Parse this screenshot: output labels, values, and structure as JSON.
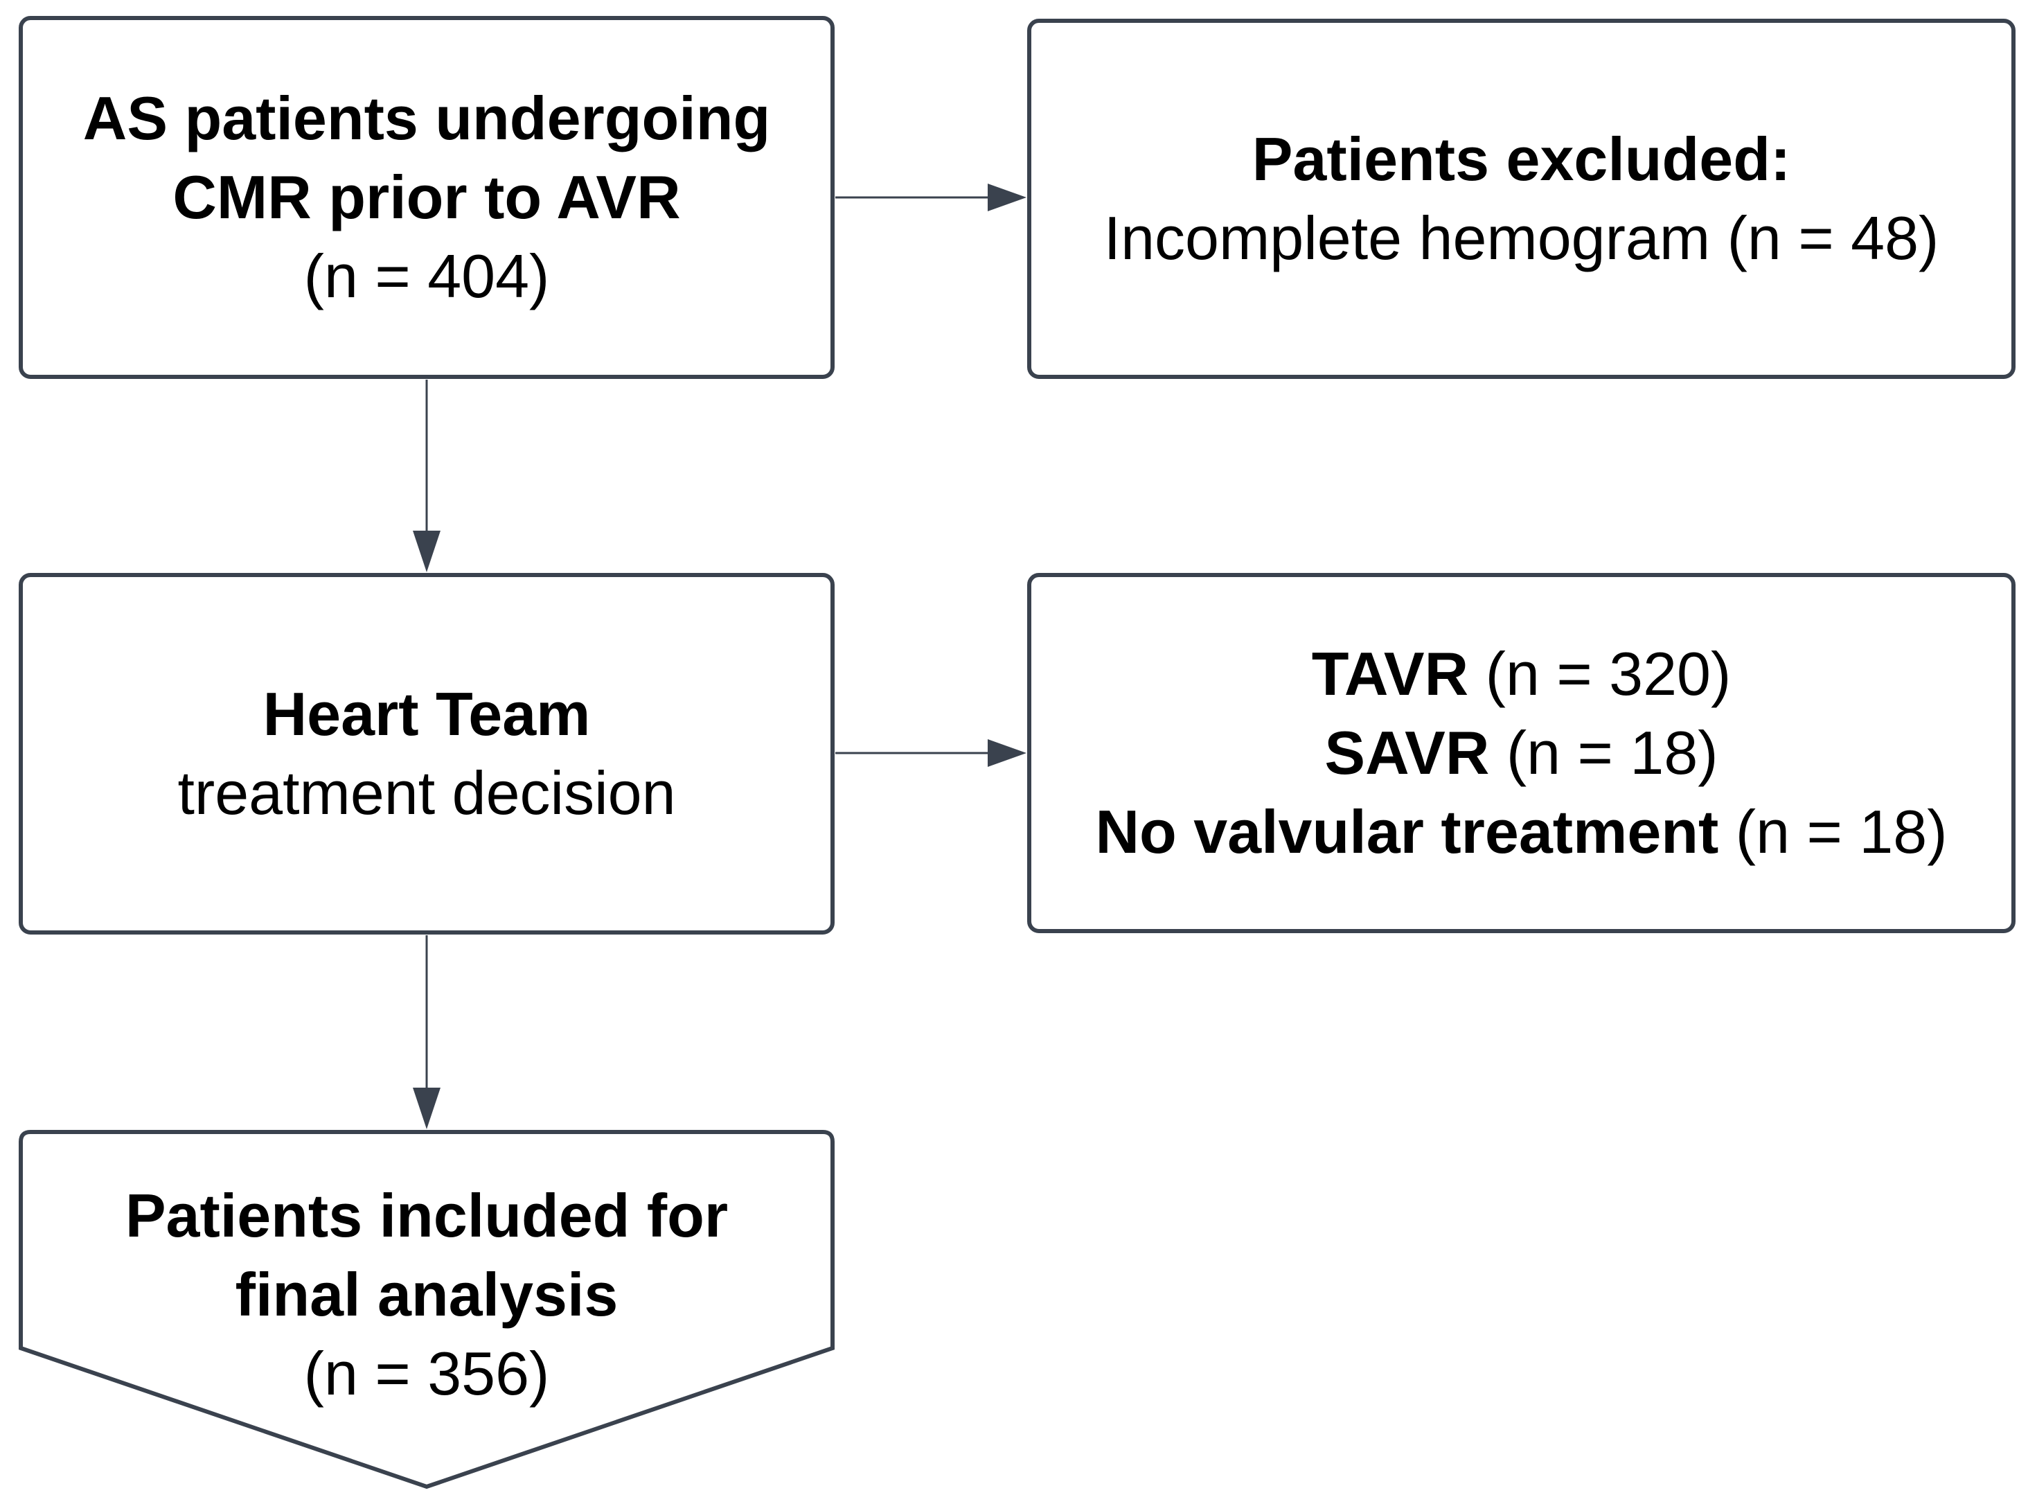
{
  "colors": {
    "border": "#3a424e",
    "text": "#000000",
    "background": "#ffffff"
  },
  "nodes": {
    "cohort": {
      "line1": "AS patients undergoing",
      "line2": "CMR prior to AVR",
      "count": "(n = 404)"
    },
    "excluded": {
      "title": "Patients excluded:",
      "detail": "Incomplete hemogram (n = 48)"
    },
    "heart_team": {
      "title": "Heart Team",
      "subtitle": "treatment decision"
    },
    "treatments": {
      "tavr": {
        "name": "TAVR",
        "count": "(n = 320)"
      },
      "savr": {
        "name": "SAVR",
        "count": "(n = 18)"
      },
      "none": {
        "name": "No valvular treatment",
        "count": "(n = 18)"
      }
    },
    "final": {
      "line1": "Patients included for",
      "line2": "final analysis",
      "count": "(n = 356)"
    }
  },
  "edges": [
    {
      "from": "cohort",
      "to": "excluded"
    },
    {
      "from": "cohort",
      "to": "heart_team"
    },
    {
      "from": "heart_team",
      "to": "treatments"
    },
    {
      "from": "heart_team",
      "to": "final"
    }
  ]
}
